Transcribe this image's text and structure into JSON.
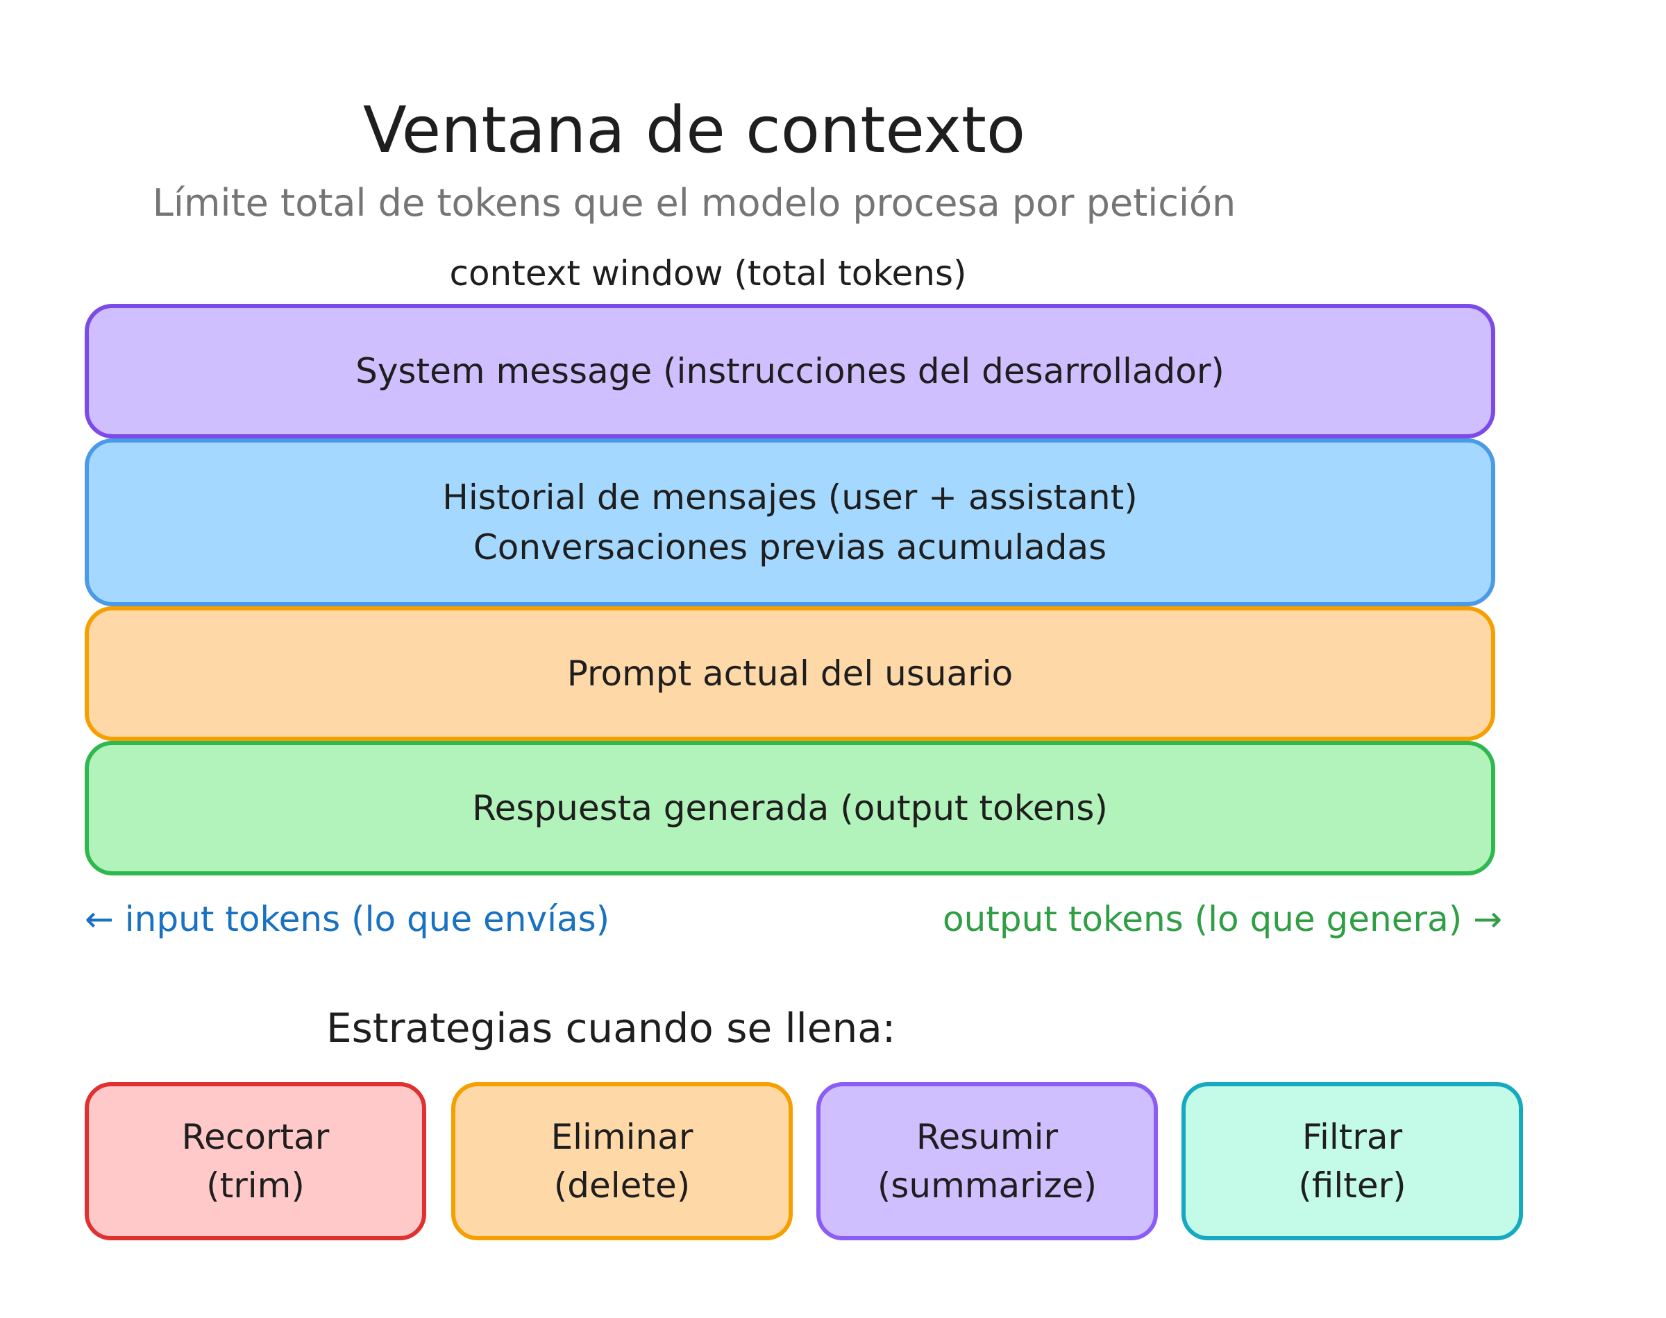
{
  "title": "Ventana de contexto",
  "subtitle": "Límite total de tokens que el modelo procesa por petición",
  "context_label": "context window (total tokens)",
  "layers": [
    {
      "lines": [
        "System message (instrucciones del desarrollador)"
      ],
      "fill": "#d0bfff",
      "stroke": "#7c4ae6"
    },
    {
      "lines": [
        "Historial de mensajes (user + assistant)",
        "Conversaciones previas acumuladas"
      ],
      "fill": "#a5d8ff",
      "stroke": "#4a9ae8"
    },
    {
      "lines": [
        "Prompt actual del usuario"
      ],
      "fill": "#ffd8a8",
      "stroke": "#f59f00"
    },
    {
      "lines": [
        "Respuesta generada (output tokens)"
      ],
      "fill": "#b2f2bb",
      "stroke": "#2fb84f"
    }
  ],
  "input_note": "← input tokens (lo que envías)",
  "output_note": "output tokens (lo que genera) →",
  "input_note_color": "#1971c2",
  "output_note_color": "#2f9e44",
  "strategies_heading": "Estrategias cuando se llena:",
  "strategies": [
    {
      "name": "Recortar",
      "english": "(trim)",
      "fill": "#ffc9c9",
      "stroke": "#e03131"
    },
    {
      "name": "Eliminar",
      "english": "(delete)",
      "fill": "#ffd8a8",
      "stroke": "#f59f00"
    },
    {
      "name": "Resumir",
      "english": "(summarize)",
      "fill": "#d0bfff",
      "stroke": "#8b5cf6"
    },
    {
      "name": "Filtrar",
      "english": "(filter)",
      "fill": "#c3fae8",
      "stroke": "#15aabf"
    }
  ]
}
